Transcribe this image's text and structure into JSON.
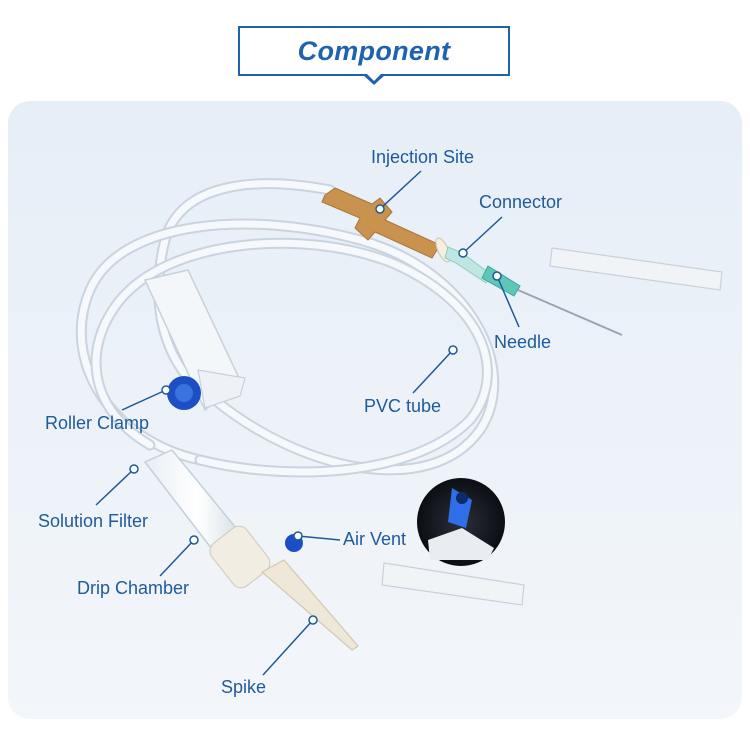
{
  "header": {
    "title": "Component"
  },
  "labels": {
    "injection_site": "Injection Site",
    "connector": "Connector",
    "needle": "Needle",
    "pvc_tube": "PVC tube",
    "roller_clamp": "Roller Clamp",
    "solution_filter": "Solution Filter",
    "air_vent": "Air Vent",
    "drip_chamber": "Drip Chamber",
    "spike": "Spike"
  },
  "colors": {
    "brand_blue": "#1f63b0",
    "label_blue": "#1f5a9a",
    "clamp_blue": "#1d4fc4",
    "injection_site_tan": "#c9924f",
    "connector_teal": "#5fc7b8"
  }
}
